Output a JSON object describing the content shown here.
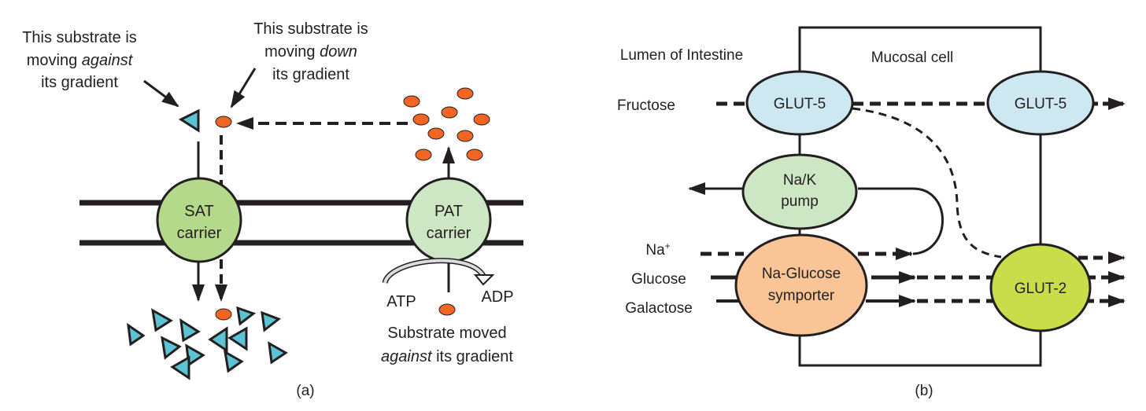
{
  "panel_a": {
    "caption": "(a)",
    "annotation_left": {
      "line1": "This substrate is",
      "line2_prefix": "moving ",
      "line2_emph": "against",
      "line3": "its gradient"
    },
    "annotation_right": {
      "line1": "This substrate is",
      "line2_prefix": "moving ",
      "line2_emph": "down",
      "line3": "its gradient"
    },
    "sat_carrier": {
      "line1": "SAT",
      "line2": "carrier"
    },
    "pat_carrier": {
      "line1": "PAT",
      "line2": "carrier"
    },
    "atp_label": "ATP",
    "adp_label": "ADP",
    "bottom_note": {
      "line1": "Substrate moved",
      "line2_emph": "against",
      "line2_suffix": " its gradient"
    },
    "colors": {
      "triangle": "#5bc3d3",
      "dot": "#f26522",
      "sat": "#b5d98a",
      "pat": "#cde6c3"
    }
  },
  "panel_b": {
    "caption": "(b)",
    "lumen_label": "Lumen of Intestine",
    "cell_label": "Mucosal cell",
    "inputs": {
      "fructose": "Fructose",
      "na": "Na",
      "na_sup": "+",
      "glucose": "Glucose",
      "galactose": "Galactose"
    },
    "transporters": {
      "glut5_left": "GLUT-5",
      "glut5_right": "GLUT-5",
      "nak_line1": "Na/K",
      "nak_line2": "pump",
      "symporter_line1": "Na-Glucose",
      "symporter_line2": "symporter",
      "glut2": "GLUT-2"
    },
    "colors": {
      "glut5": "#cde8f1",
      "nak": "#cde6c3",
      "symporter": "#f9c596",
      "glut2": "#c9dc4a"
    }
  }
}
